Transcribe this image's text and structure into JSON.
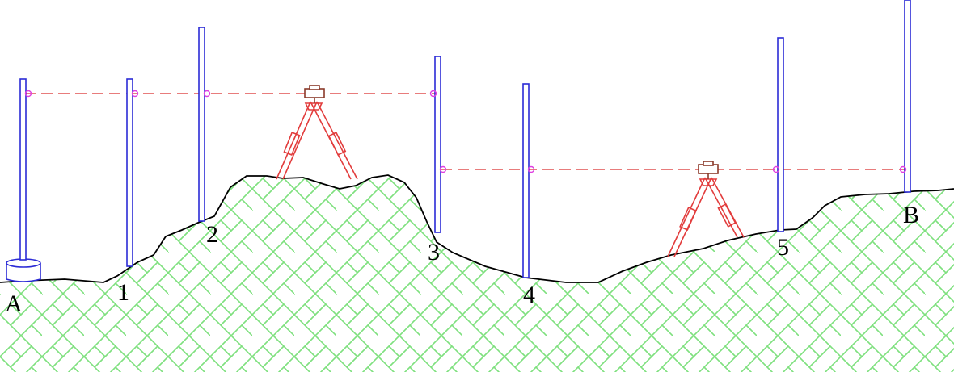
{
  "diagram": {
    "point_labels": {
      "start": "A",
      "p1": "1",
      "p2": "2",
      "p3": "3",
      "p4": "4",
      "p5": "5",
      "end": "B"
    },
    "colors": {
      "ground_outline": "#000000",
      "ground_hatch": "#7ee07e",
      "staff_outline": "#2b2bd6",
      "sight_line": "#e05050",
      "tripod": "#e23c3c",
      "instrument": "#8a3a2a",
      "target_marker": "#e040e0",
      "labels": "#000000"
    },
    "icons": [
      "leveling-staff",
      "level-instrument-on-tripod",
      "staff-base-plate"
    ]
  }
}
